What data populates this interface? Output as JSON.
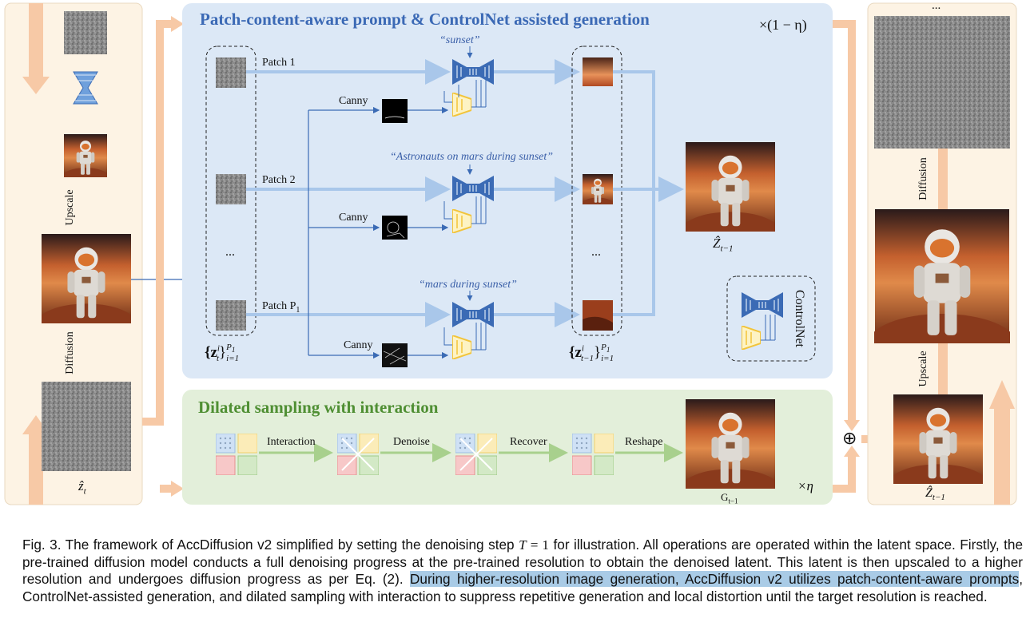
{
  "figure": {
    "top_panel_title": "Patch-content-aware prompt & ControlNet assisted generation",
    "top_panel_multiplier": "×(1 − η)",
    "bottom_panel_title": "Dilated sampling with interaction",
    "bottom_panel_multiplier": "×η",
    "patch_labels": [
      "Patch 1",
      "Patch 2",
      "Patch P"
    ],
    "patch_subscript": "1",
    "canny_label": "Canny",
    "ellipsis": "...",
    "prompts": [
      "“sunset”",
      "“Astronauts on mars during sunset”",
      "“mars during sunset”"
    ],
    "set_in": {
      "base": "{z",
      "sup_i": "i",
      "sub": "t",
      "close": "}",
      "top": "P",
      "top_sub": "1",
      "bottom": "i=1"
    },
    "set_out": {
      "base": "{z",
      "sup_i": "i",
      "sub": "t−1",
      "close": "}",
      "top": "P",
      "top_sub": "1",
      "bottom": "i=1"
    },
    "z_prev_label": {
      "base": "Ẑ",
      "sub": "t−1"
    },
    "legend_label": "ControlNet",
    "left_labels": {
      "upscale": "Upscale",
      "diffusion": "Diffusion",
      "z_hat": {
        "base": "ẑ",
        "sub": "t"
      }
    },
    "right_labels": {
      "top_dots": "...",
      "diffusion": "Diffusion",
      "upscale": "Upscale",
      "z_hat": {
        "base": "Ẑ",
        "sub": "t−1"
      }
    },
    "dilated_steps": [
      "Interaction",
      "Denoise",
      "Recover",
      "Reshape"
    ],
    "g_label": "G",
    "g_sub": "t−1",
    "plus": "⊕",
    "colors": {
      "side_panel": "#fdf3e4",
      "top_panel": "#dce8f6",
      "bottom_panel": "#e3efda",
      "arrow_orange": "#f7c9a6",
      "arrow_blue": "#a9c7ea",
      "line_blue": "#3b6bb5",
      "arrow_green": "#a8d08d",
      "unet_blue": "#3b6bb5",
      "controlnet_yellow": "#f2d56b",
      "highlight": "#a9cbe6"
    }
  },
  "caption": {
    "p1": "Fig. 3.  The framework of AccDiffusion v2 simplified by setting the denoising step ",
    "T": "T",
    "eq": " = ",
    "one": "1",
    "p2": " for illustration. All operations are operated within the latent space. Firstly, the pre-trained diffusion model conducts a full denoising progress at the pre-trained resolution to obtain the denoised latent. This latent is then upscaled to a higher resolution and undergoes diffusion progress as per Eq. (2). ",
    "highlight": "During higher-resolution image generation, AccDiffusion v2 utilizes patch-content-aware prompts",
    "p3": ", ControlNet-assisted generation, and dilated sampling with interaction to suppress repetitive generation and local distortion until the target resolution is reached."
  }
}
